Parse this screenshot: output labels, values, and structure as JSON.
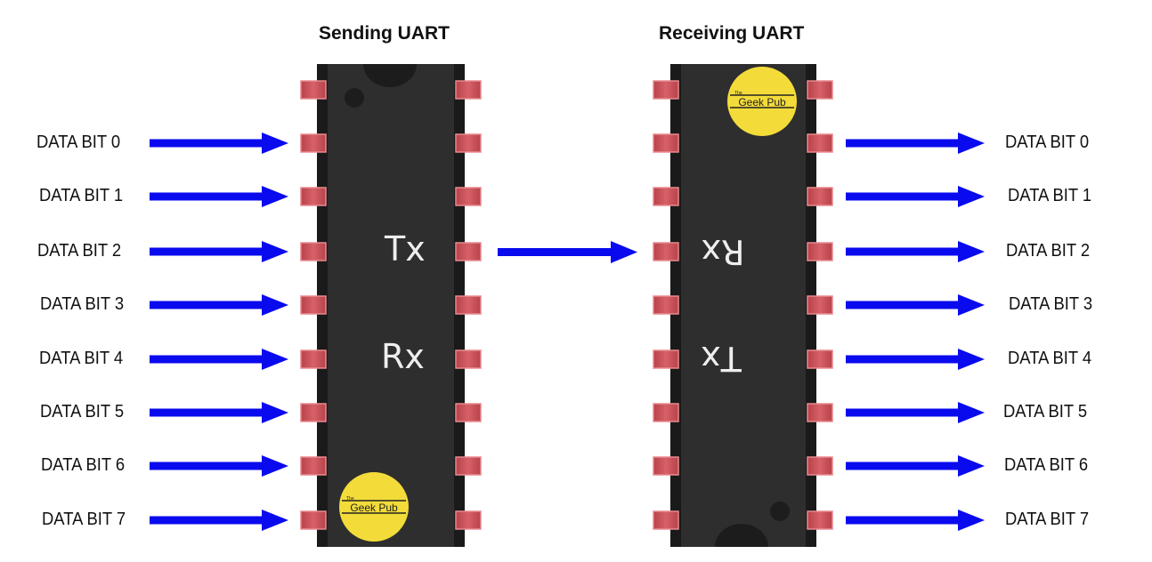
{
  "sending_chip": {
    "title": "Sending UART",
    "tx_label": "Tx",
    "rx_label": "Rx",
    "logo_small": "The",
    "logo_text": "Geek Pub"
  },
  "receiving_chip": {
    "title": "Receiving UART",
    "rx_label": "Rx",
    "tx_label": "Tx",
    "logo_small": "The",
    "logo_text": "Geek Pub"
  },
  "input_bits": [
    "DATA BIT 0",
    "DATA BIT 1",
    "DATA BIT 2",
    "DATA BIT 3",
    "DATA BIT 4",
    "DATA BIT 5",
    "DATA BIT 6",
    "DATA BIT 7"
  ],
  "output_bits": [
    "DATA BIT 0",
    "DATA BIT 1",
    "DATA BIT 2",
    "DATA BIT 3",
    "DATA BIT 4",
    "DATA BIT 5",
    "DATA BIT 6",
    "DATA BIT 7"
  ],
  "colors": {
    "arrow": "#0a0aee",
    "chip_body": "#2c2c2c",
    "pin": "#c44e55",
    "logo": "#f3dc3a"
  }
}
